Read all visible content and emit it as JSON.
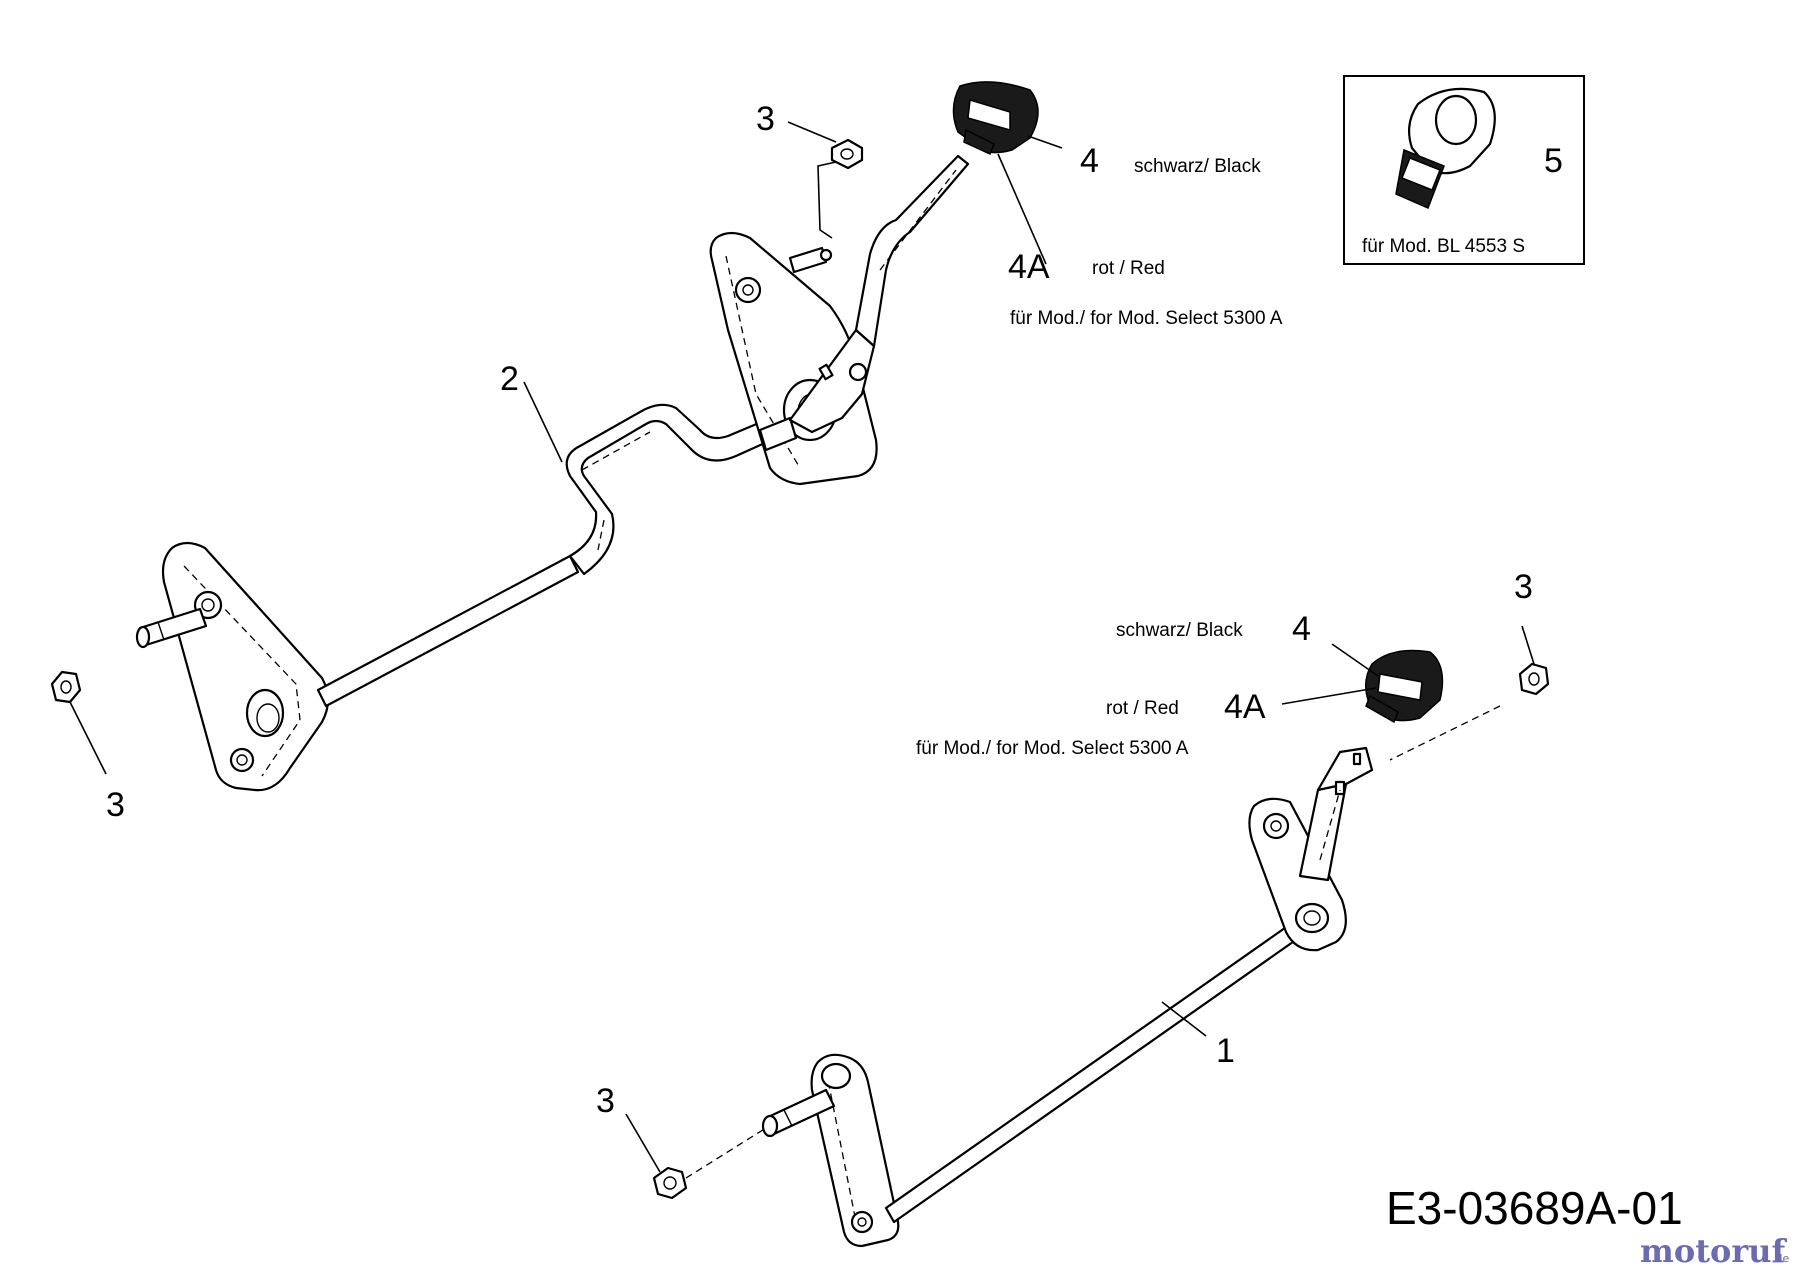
{
  "drawing_code": "E3-03689A-01",
  "logo_text": "motoruf",
  "logo_suffix": ".de",
  "labels": {
    "part1": "1",
    "part2": "2",
    "part3_top": "3",
    "part3_left": "3",
    "part3_right": "3",
    "part3_bottom": "3",
    "part4_top": "4",
    "part4a_top": "4A",
    "part4_right": "4",
    "part4a_right": "4A",
    "part5": "5"
  },
  "notes": {
    "black_top": "schwarz/ Black",
    "red_top": "rot / Red",
    "model_top": "für Mod./ for Mod. Select 5300 A",
    "black_right": "schwarz/ Black",
    "red_right": "rot / Red",
    "model_right": "für Mod./ for Mod. Select 5300 A",
    "inset_model": "für Mod.  BL 4553 S"
  },
  "colors": {
    "line": "#000000",
    "logo_primary": "#6b6bb0",
    "logo_accent": "#f08a24"
  }
}
